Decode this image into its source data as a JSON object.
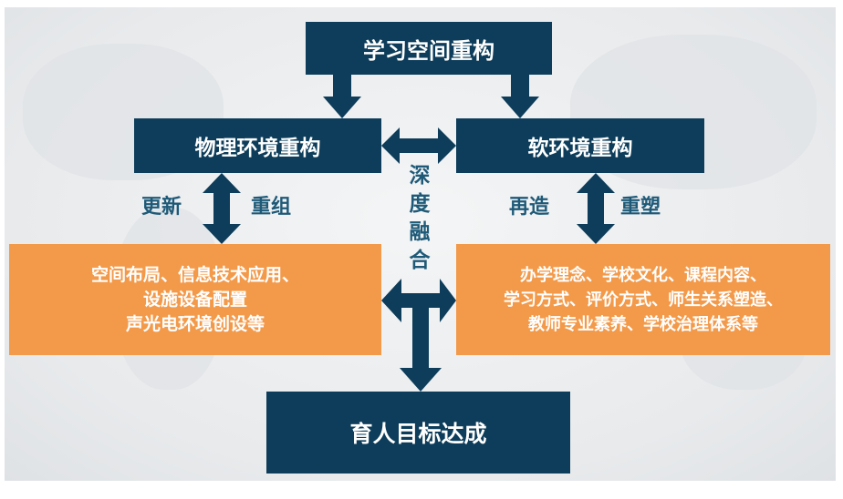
{
  "colors": {
    "navy": "#0d3d5a",
    "orange": "#f39a4a",
    "label": "#1e5a78"
  },
  "top": "学习空间重构",
  "left_title": "物理环境重构",
  "right_title": "软环境重构",
  "left_labels": [
    "更新",
    "重组"
  ],
  "right_labels": [
    "再造",
    "重塑"
  ],
  "center_label": [
    "深",
    "度",
    "融",
    "合"
  ],
  "left_content": [
    "空间布局、信息技术应用、",
    "设施设备配置",
    "声光电环境创设等"
  ],
  "right_content": [
    "办学理念、学校文化、课程内容、",
    "学习方式、评价方式、师生关系塑造、",
    "教师专业素养、学校治理体系等"
  ],
  "bottom": "育人目标达成"
}
